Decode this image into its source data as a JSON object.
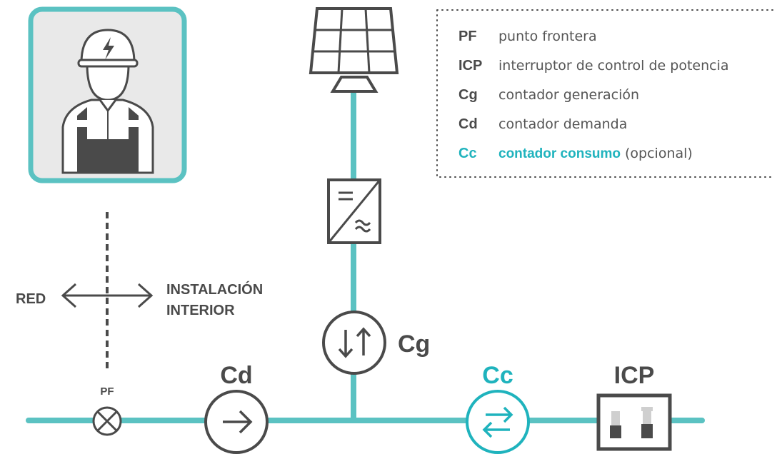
{
  "colors": {
    "teal": "#5bc2c2",
    "teal_accent": "#1fb3bd",
    "dark": "#4a4a4a",
    "panel_bg": "#e9e9e9"
  },
  "left_labels": {
    "red": "RED",
    "interior_line1": "INSTALACIÓN",
    "interior_line2": "INTERIOR"
  },
  "nodes": {
    "pf": "PF",
    "cd": "Cd",
    "cg": "Cg",
    "cc": "Cc",
    "icp": "ICP"
  },
  "legend": [
    {
      "abbr": "PF",
      "desc": "punto frontera",
      "note": "",
      "highlight": false
    },
    {
      "abbr": "ICP",
      "desc": "interruptor de control de potencia",
      "note": "",
      "highlight": false
    },
    {
      "abbr": "Cg",
      "desc": "contador generación",
      "note": "",
      "highlight": false
    },
    {
      "abbr": "Cd",
      "desc": "contador demanda",
      "note": "",
      "highlight": false
    },
    {
      "abbr": "Cc",
      "desc": "contador consumo",
      "note": "(opcional)",
      "highlight": true
    }
  ],
  "icons": {
    "worker": "electrician-worker-icon",
    "solar": "solar-panel-icon",
    "inverter": "inverter-icon",
    "boundary": "boundary-point-cross-icon",
    "breaker": "power-breaker-icon"
  }
}
